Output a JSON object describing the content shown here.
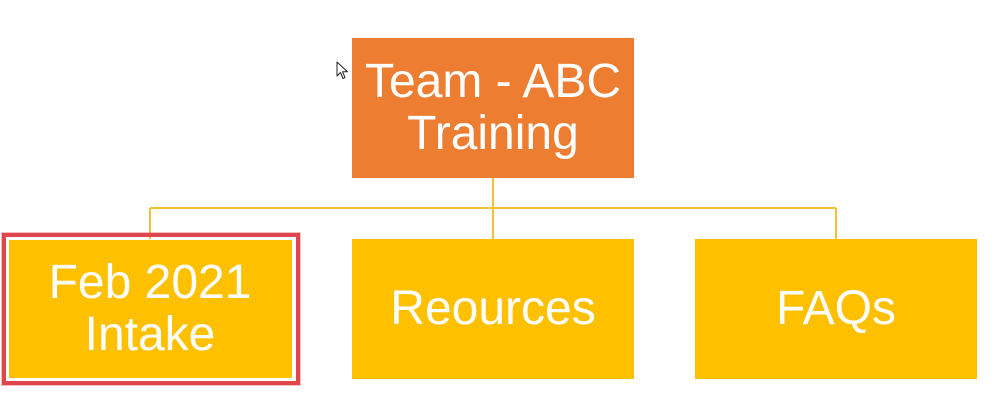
{
  "diagram": {
    "colors": {
      "root_fill": "#ed7d31",
      "child_fill": "#ffc000",
      "connector": "#f2c232",
      "selection": "#e0464d"
    },
    "root": {
      "label": "Team - ABC\nTraining"
    },
    "children": [
      {
        "label": "Feb 2021\nIntake",
        "selected": true
      },
      {
        "label": "Reources",
        "selected": false
      },
      {
        "label": "FAQs",
        "selected": false
      }
    ],
    "cursor_icon": "mouse-pointer-icon"
  }
}
